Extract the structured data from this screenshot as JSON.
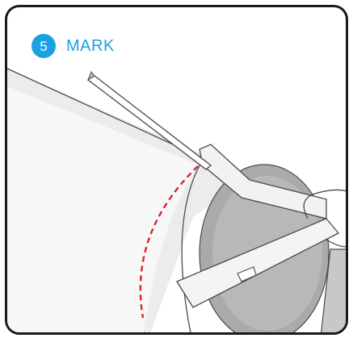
{
  "step": {
    "number": "5",
    "title": "MARK"
  },
  "colors": {
    "accent": "#1ba1e2",
    "frame": "#1a1a1a",
    "mark_line": "#d8232a",
    "tube_shade": "#e2e2e2",
    "end_cap": "#a9a9a9",
    "line": "#4a4a4a"
  },
  "icons": {
    "mark": "dashed-cut-line"
  }
}
